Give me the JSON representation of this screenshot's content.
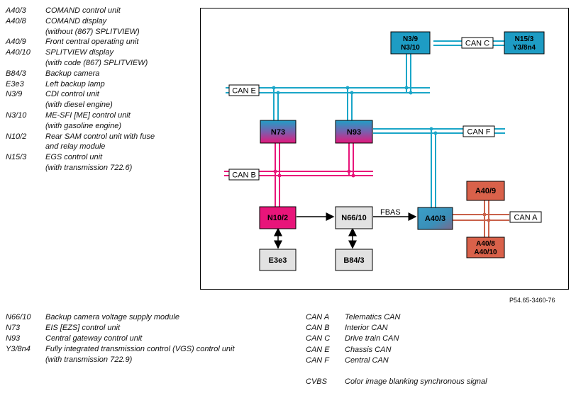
{
  "legend_top": [
    {
      "code": "A40/3",
      "desc": "COMAND control unit"
    },
    {
      "code": "A40/8",
      "desc": "COMAND display"
    },
    {
      "code": "",
      "desc": "(without (867) SPLITVIEW)"
    },
    {
      "code": "A40/9",
      "desc": "Front central operating unit"
    },
    {
      "code": "A40/10",
      "desc": "SPLITVIEW display"
    },
    {
      "code": "",
      "desc": "(with code (867) SPLITVIEW)"
    },
    {
      "code": "B84/3",
      "desc": "Backup camera"
    },
    {
      "code": "E3e3",
      "desc": "Left backup lamp"
    },
    {
      "code": "N3/9",
      "desc": "CDI control unit"
    },
    {
      "code": "",
      "desc": "(with diesel engine)"
    },
    {
      "code": "N3/10",
      "desc": "ME-SFI [ME] control unit"
    },
    {
      "code": "",
      "desc": "(with gasoline engine)"
    },
    {
      "code": "N10/2",
      "desc": "Rear SAM control unit with fuse"
    },
    {
      "code": "",
      "desc": "and relay module"
    },
    {
      "code": "N15/3",
      "desc": "EGS control unit"
    },
    {
      "code": "",
      "desc": "(with transmission 722.6)"
    }
  ],
  "legend_bottom_left": [
    {
      "code": "N66/10",
      "desc": "Backup camera voltage supply module"
    },
    {
      "code": "N73",
      "desc": "EIS [EZS] control unit"
    },
    {
      "code": "N93",
      "desc": "Central gateway control unit"
    },
    {
      "code": "Y3/8n4",
      "desc": "Fully integrated transmission control (VGS) control unit"
    },
    {
      "code": "",
      "desc": "(with transmission 722.9)"
    }
  ],
  "legend_bottom_right": [
    {
      "code": "CAN A",
      "desc": "Telematics CAN"
    },
    {
      "code": "CAN B",
      "desc": "Interior CAN"
    },
    {
      "code": "CAN C",
      "desc": "Drive train CAN"
    },
    {
      "code": "CAN E",
      "desc": "Chassis CAN"
    },
    {
      "code": "CAN F",
      "desc": "Central CAN"
    },
    {
      "code": "",
      "desc": ""
    },
    {
      "code": "CVBS",
      "desc": "Color image blanking synchronous signal"
    }
  ],
  "figure_ref": "P54.65-3460-76",
  "colors": {
    "teal": "#1aa6c8",
    "magenta": "#e8157a",
    "salmon": "#c9614a",
    "box_teal": "#1e9cc4",
    "box_red": "#d9614a",
    "box_gray": "#e2e2e2"
  },
  "diagram": {
    "units": {
      "n3": {
        "lines": [
          "N3/9",
          "N3/10"
        ]
      },
      "n15": {
        "lines": [
          "N15/3",
          "Y3/8n4"
        ]
      },
      "n73": {
        "lines": [
          "N73"
        ]
      },
      "n93": {
        "lines": [
          "N93"
        ]
      },
      "n10": {
        "lines": [
          "N10/2"
        ]
      },
      "n66": {
        "lines": [
          "N66/10"
        ]
      },
      "a403": {
        "lines": [
          "A40/3"
        ]
      },
      "a409": {
        "lines": [
          "A40/9"
        ]
      },
      "a408": {
        "lines": [
          "A40/8",
          "A40/10"
        ]
      },
      "e3e3": {
        "lines": [
          "E3e3"
        ]
      },
      "b843": {
        "lines": [
          "B84/3"
        ]
      }
    },
    "bus_labels": {
      "cane": "CAN E",
      "canc": "CAN C",
      "canf": "CAN F",
      "canb": "CAN B",
      "cana": "CAN A"
    },
    "signal_label": "FBAS"
  }
}
